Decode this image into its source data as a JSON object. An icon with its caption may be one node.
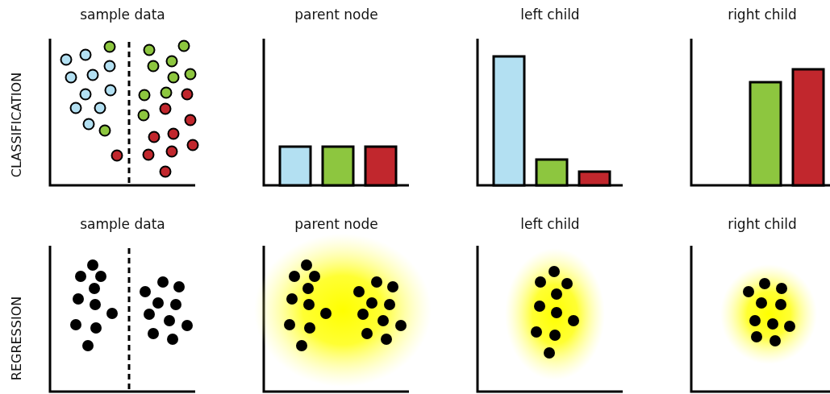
{
  "diagram": {
    "labels": [
      "sample data",
      "parent node",
      "left child",
      "right child",
      "CLASSIFICATION",
      "sample data",
      "parent node",
      "left child",
      "right child",
      "REGRESSION"
    ]
  }
}
